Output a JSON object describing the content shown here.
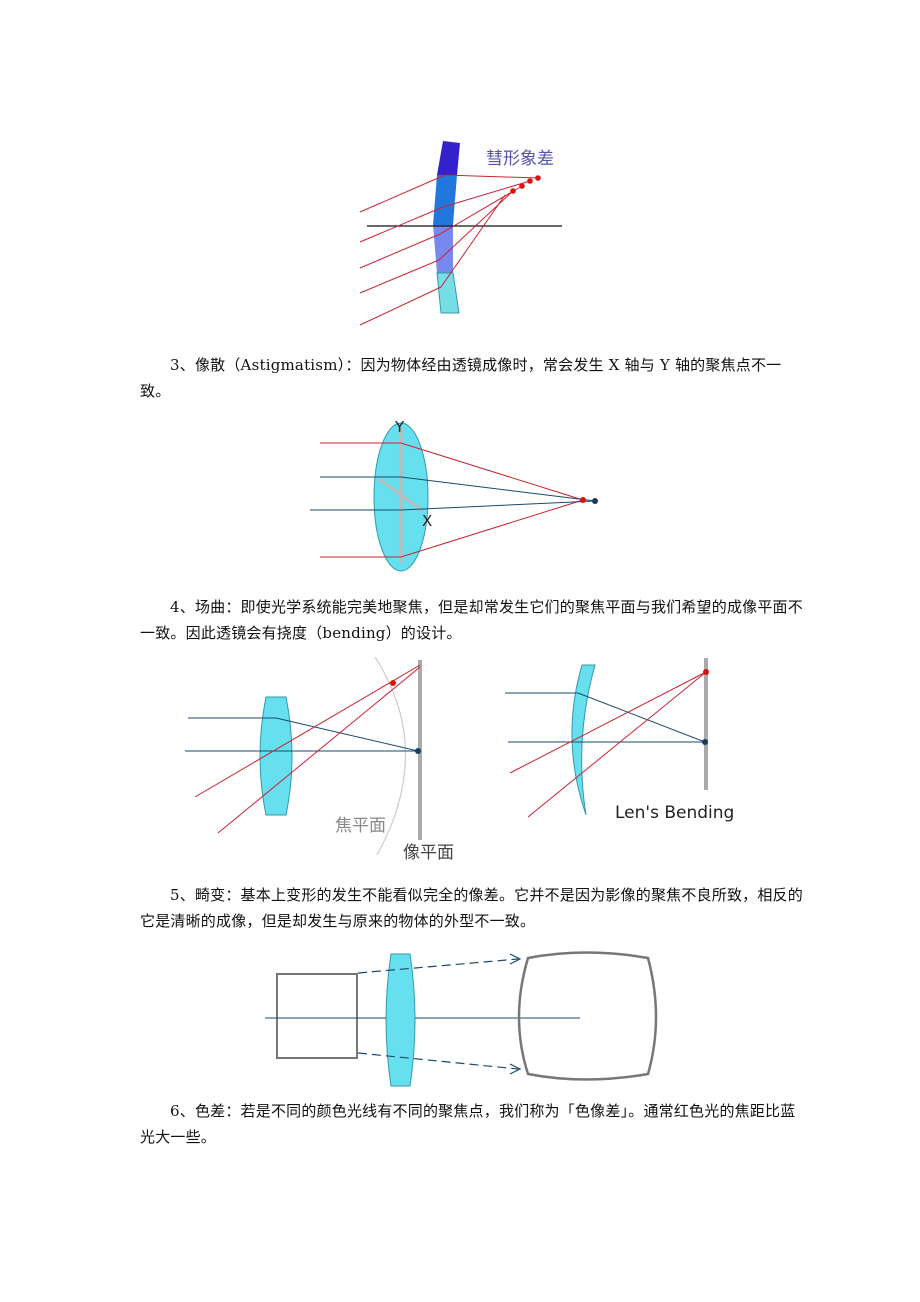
{
  "figures": {
    "coma": {
      "label": "彗形象差"
    },
    "field_curvature": {
      "focal_plane_label": "焦平面",
      "image_plane_label": "像平面",
      "bending_label": "Len's Bending"
    },
    "astigmatism": {
      "axis_y": "Y",
      "axis_x": "X"
    }
  },
  "paragraphs": [
    {
      "text": "3、像散（Astigmatism）：因为物体经由透镜成像时，常会发生 X 轴与 Y 轴的聚焦点不一致。"
    },
    {
      "text": "4、场曲：即使光学系统能完美地聚焦，但是却常发生它们的聚焦平面与我们希望的成像平面不一致。因此透镜会有挠度（bending）的设计。"
    },
    {
      "text": "5、畸变：基本上变形的发生不能看似完全的像差。它并不是因为影像的聚焦不良所致，相反的它是清晰的成像，但是却发生与原来的物体的外型不一致。"
    },
    {
      "text": "6、色差：若是不同的颜色光线有不同的聚焦点，我们称为「色像差」。通常红色光的焦距比蓝光大一些。"
    }
  ],
  "colors": {
    "ray_red": "#cc2233",
    "ray_blue": "#1a4a6e",
    "lens_cyan": "#66e0ee",
    "lens_stroke": "#3399aa",
    "coma_top": "#3322cc",
    "coma_mid": "#2277dd",
    "coma_low": "#7788ee",
    "focus_red": "#dd1111",
    "label_purple": "#5555aa",
    "plane_gray": "#aaaaaa"
  }
}
